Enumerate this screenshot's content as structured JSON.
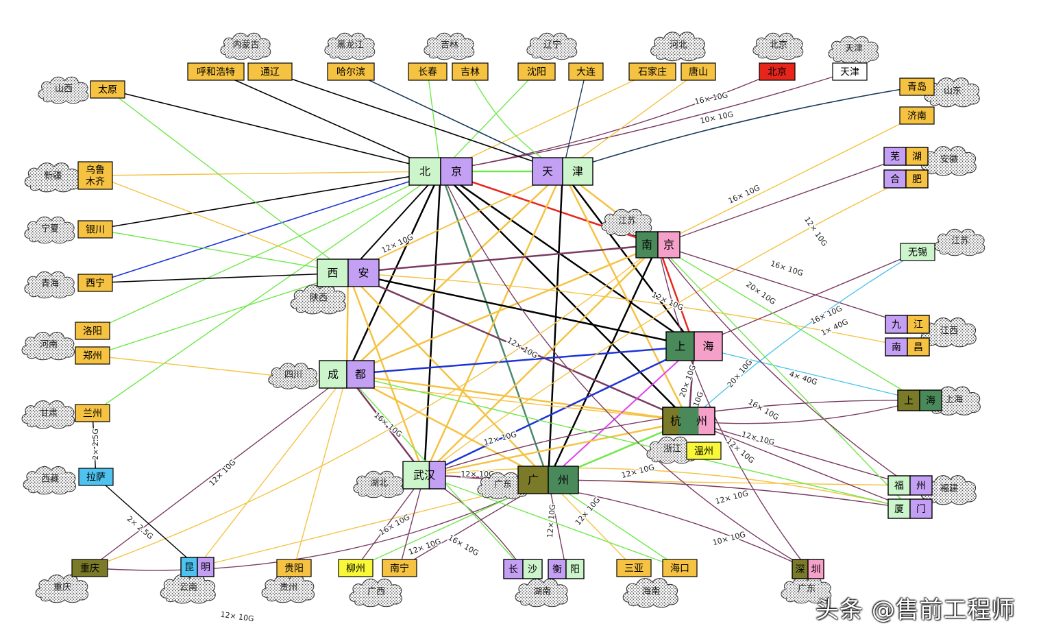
{
  "colors": {
    "gold": "#f5c242",
    "lightgreen": "#ccf5cc",
    "purple": "#c4a0f5",
    "darkgreen": "#4a8a5a",
    "pink": "#f5a0c8",
    "olive": "#7a7a28",
    "red": "#e8251b",
    "yellow": "#f8f838",
    "cyan": "#4ec3f0",
    "white": "#ffffff",
    "edge_black": "#000000",
    "edge_maroon": "#7a3a62",
    "edge_gold": "#f5c242",
    "edge_green": "#6fe84a",
    "edge_blue": "#1c34d6",
    "edge_navy": "#1a3a5a",
    "edge_red": "#e8251b",
    "edge_teal": "#4a8a6a",
    "edge_magenta": "#e040f0",
    "edge_cyan": "#4ec3f0"
  },
  "clouds": [
    {
      "id": "c-neimenggu",
      "label": "内蒙古"
    },
    {
      "id": "c-heilongjiang",
      "label": "黑龙江"
    },
    {
      "id": "c-jilin",
      "label": "吉林"
    },
    {
      "id": "c-liaoning",
      "label": "辽宁"
    },
    {
      "id": "c-hebei",
      "label": "河北"
    },
    {
      "id": "c-beijing",
      "label": "北京"
    },
    {
      "id": "c-tianjin",
      "label": "天津"
    },
    {
      "id": "c-shanxi",
      "label": "山西"
    },
    {
      "id": "c-xinjiang",
      "label": "新疆"
    },
    {
      "id": "c-ningxia",
      "label": "宁夏"
    },
    {
      "id": "c-qinghai",
      "label": "青海"
    },
    {
      "id": "c-henan",
      "label": "河南"
    },
    {
      "id": "c-gansu",
      "label": "甘肃"
    },
    {
      "id": "c-xizang",
      "label": "西藏"
    },
    {
      "id": "c-shandong",
      "label": "山东"
    },
    {
      "id": "c-anhui",
      "label": "安徽"
    },
    {
      "id": "c-jiangsu-r",
      "label": "江苏"
    },
    {
      "id": "c-jiangxi",
      "label": "江西"
    },
    {
      "id": "c-shanghai-r",
      "label": "上海"
    },
    {
      "id": "c-fujian",
      "label": "福建"
    },
    {
      "id": "c-jiangsu",
      "label": "江苏"
    },
    {
      "id": "c-shaanxi",
      "label": "陕西"
    },
    {
      "id": "c-sichuan",
      "label": "四川"
    },
    {
      "id": "c-zhejiang",
      "label": "浙江"
    },
    {
      "id": "c-hubei",
      "label": "湖北"
    },
    {
      "id": "c-guangdong",
      "label": "广东"
    },
    {
      "id": "c-chongqing",
      "label": "重庆"
    },
    {
      "id": "c-yunnan",
      "label": "云南"
    },
    {
      "id": "c-guizhou",
      "label": "贵州"
    },
    {
      "id": "c-guangxi",
      "label": "广西"
    },
    {
      "id": "c-hunan",
      "label": "湖南"
    },
    {
      "id": "c-hainan",
      "label": "海南"
    },
    {
      "id": "c-guangdong2",
      "label": "广东"
    }
  ],
  "nodes": [
    {
      "id": "huhehaote",
      "label": "呼和浩特",
      "color": "gold"
    },
    {
      "id": "tongliao",
      "label": "通辽",
      "color": "gold"
    },
    {
      "id": "haerbin",
      "label": "哈尔滨",
      "color": "gold"
    },
    {
      "id": "changchun",
      "label": "长春",
      "color": "gold"
    },
    {
      "id": "jilin",
      "label": "吉林",
      "color": "gold"
    },
    {
      "id": "shenyang",
      "label": "沈阳",
      "color": "gold"
    },
    {
      "id": "dalian",
      "label": "大连",
      "color": "gold"
    },
    {
      "id": "shijiazhuang",
      "label": "石家庄",
      "color": "gold"
    },
    {
      "id": "tangshan",
      "label": "唐山",
      "color": "gold"
    },
    {
      "id": "beijing-small",
      "label": "北京",
      "color": "red"
    },
    {
      "id": "tianjin-small",
      "label": "天津",
      "color": "white"
    },
    {
      "id": "taiyuan",
      "label": "太原",
      "color": "gold"
    },
    {
      "id": "wulumuqi",
      "label": "乌鲁\n木齐",
      "color": "gold"
    },
    {
      "id": "yinchuan",
      "label": "银川",
      "color": "gold"
    },
    {
      "id": "xining",
      "label": "西宁",
      "color": "gold"
    },
    {
      "id": "luoyang",
      "label": "洛阳",
      "color": "gold"
    },
    {
      "id": "zhengzhou",
      "label": "郑州",
      "color": "gold"
    },
    {
      "id": "lanzhou",
      "label": "兰州",
      "color": "gold"
    },
    {
      "id": "lasa",
      "label": "拉萨",
      "color": "cyan"
    },
    {
      "id": "qingdao",
      "label": "青岛",
      "color": "gold"
    },
    {
      "id": "jinan",
      "label": "济南",
      "color": "gold"
    },
    {
      "id": "wuxi",
      "label": "无锡",
      "color": "lightgreen"
    },
    {
      "id": "wenzhou",
      "label": "温州",
      "color": "yellow"
    },
    {
      "id": "chongqing",
      "label": "重庆",
      "color": "olive"
    },
    {
      "id": "guiyang",
      "label": "贵阳",
      "color": "gold"
    },
    {
      "id": "liuzhou",
      "label": "柳州",
      "color": "yellow"
    },
    {
      "id": "nanning",
      "label": "南宁",
      "color": "gold"
    },
    {
      "id": "sanya",
      "label": "三亚",
      "color": "gold"
    },
    {
      "id": "haikou",
      "label": "海口",
      "color": "gold"
    }
  ],
  "pairs": [
    {
      "id": "wuhu",
      "a": "芜",
      "ac": "purple",
      "b": "湖",
      "bc": "gold"
    },
    {
      "id": "hefei",
      "a": "合",
      "ac": "purple",
      "b": "肥",
      "bc": "gold"
    },
    {
      "id": "jiujiang",
      "a": "九",
      "ac": "purple",
      "b": "江",
      "bc": "gold"
    },
    {
      "id": "nanchang",
      "a": "南",
      "ac": "purple",
      "b": "昌",
      "bc": "gold"
    },
    {
      "id": "shanghai-r",
      "a": "上",
      "ac": "olive",
      "b": "海",
      "bc": "darkgreen"
    },
    {
      "id": "fuzhou",
      "a": "福",
      "ac": "lightgreen",
      "b": "州",
      "bc": "purple"
    },
    {
      "id": "xiamen",
      "a": "厦",
      "ac": "lightgreen",
      "b": "门",
      "bc": "purple"
    },
    {
      "id": "kunming",
      "a": "昆",
      "ac": "cyan",
      "b": "明",
      "bc": "purple"
    },
    {
      "id": "changsha",
      "a": "长",
      "ac": "purple",
      "b": "沙",
      "bc": "lightgreen"
    },
    {
      "id": "hengyang",
      "a": "衡",
      "ac": "purple",
      "b": "阳",
      "bc": "lightgreen"
    },
    {
      "id": "shenzhen",
      "a": "深",
      "ac": "olive",
      "b": "圳",
      "bc": "pink"
    }
  ],
  "hubs": [
    {
      "id": "beijing",
      "a": "北",
      "ac": "lightgreen",
      "b": "京",
      "bc": "purple"
    },
    {
      "id": "tianjin",
      "a": "天",
      "ac": "purple",
      "b": "津",
      "bc": "lightgreen"
    },
    {
      "id": "nanjing",
      "a": "南",
      "ac": "darkgreen",
      "b": "京",
      "bc": "pink"
    },
    {
      "id": "xian",
      "a": "西",
      "ac": "lightgreen",
      "b": "安",
      "bc": "purple"
    },
    {
      "id": "shanghai",
      "a": "上",
      "ac": "darkgreen",
      "b": "海",
      "bc": "pink"
    },
    {
      "id": "chengdu",
      "a": "成",
      "ac": "lightgreen",
      "b": "都",
      "bc": "purple"
    },
    {
      "id": "hangzhou",
      "a": "杭",
      "ac": "olive",
      "b": "州",
      "bc": "pink",
      "mid": "darkgreen"
    },
    {
      "id": "wuhan",
      "a": "武汉",
      "ac": "lightgreen",
      "b": "",
      "bc": "purple"
    },
    {
      "id": "guangzhou",
      "a": "广",
      "ac": "olive",
      "b": "州",
      "bc": "darkgreen"
    }
  ],
  "edge_labels": [
    {
      "id": "l1",
      "text": "16× 10G"
    },
    {
      "id": "l2",
      "text": "10× 10G"
    },
    {
      "id": "l3",
      "text": "16× 10G"
    },
    {
      "id": "l4",
      "text": "12× 10G"
    },
    {
      "id": "l5",
      "text": "12× 10G"
    },
    {
      "id": "l6",
      "text": "16× 10G"
    },
    {
      "id": "l7",
      "text": "20× 10G"
    },
    {
      "id": "l8",
      "text": "12× 10G"
    },
    {
      "id": "l9",
      "text": "16× 10G"
    },
    {
      "id": "l10",
      "text": "1× 40G"
    },
    {
      "id": "l11",
      "text": "12× 10G"
    },
    {
      "id": "l12",
      "text": "4× 40G"
    },
    {
      "id": "l13",
      "text": "20× 10G"
    },
    {
      "id": "l14",
      "text": "20× 10G"
    },
    {
      "id": "l15",
      "text": "20× 10G"
    },
    {
      "id": "l16",
      "text": "16× 10G"
    },
    {
      "id": "l17",
      "text": "12× 10G"
    },
    {
      "id": "l18",
      "text": "12× 10G"
    },
    {
      "id": "l19",
      "text": "16× 10G"
    },
    {
      "id": "l20",
      "text": "12× 10G"
    },
    {
      "id": "l21",
      "text": "12× 10G"
    },
    {
      "id": "l22",
      "text": "12× 10G"
    },
    {
      "id": "l23",
      "text": "12× 10G"
    },
    {
      "id": "l24",
      "text": "12× 10G"
    },
    {
      "id": "l25",
      "text": "10× 10G"
    },
    {
      "id": "l26",
      "text": "12× 10G"
    },
    {
      "id": "l27",
      "text": "16× 10G"
    },
    {
      "id": "l28",
      "text": "12× 10G"
    },
    {
      "id": "l29",
      "text": "16× 10G"
    },
    {
      "id": "l30",
      "text": "12× 10G"
    },
    {
      "id": "l31",
      "text": "12× 10G"
    },
    {
      "id": "l32",
      "text": "2× 2.5G"
    },
    {
      "id": "l33",
      "text": "2× 2.5G"
    },
    {
      "id": "l34",
      "text": "12× 10G"
    }
  ],
  "watermark": "头条 @售前工程师"
}
